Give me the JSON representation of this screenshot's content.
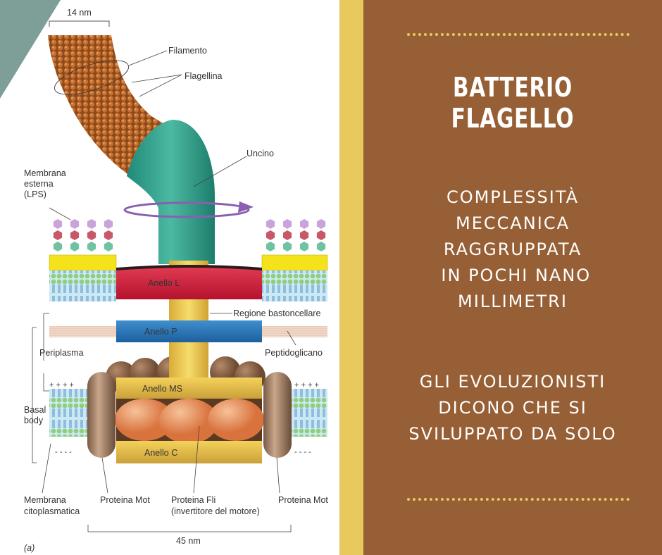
{
  "diagram": {
    "scale_top": "14 nm",
    "scale_bottom": "45 nm",
    "panel_letter": "(a)",
    "labels": {
      "filamento": "Filamento",
      "flagellina": "Flagellina",
      "uncino": "Uncino",
      "membrana_esterna": [
        "Membrana",
        "esterna",
        "(LPS)"
      ],
      "anello_l": "Anello L",
      "regione_bastoncellare": "Regione bastoncellare",
      "anello_p": "Anello P",
      "periplasma": "Periplasma",
      "peptidoglicano": "Peptidoglicano",
      "anello_ms": "Anello MS",
      "basal_body": [
        "Basal",
        "body"
      ],
      "anello_c": "Anello C",
      "membrana_citoplasmatica": [
        "Membrana",
        "citoplasmatica"
      ],
      "proteina_mot": "Proteina Mot",
      "proteina_fli": [
        "Proteina Fli",
        "(invertitore del motore)"
      ]
    }
  },
  "panel": {
    "title": "BATTERIO FLAGELLO",
    "paragraph1": [
      "COMPLESSITÀ",
      "MECCANICA",
      "RAGGRUPPATA",
      " IN POCHI NANO",
      "MILLIMETRI"
    ],
    "paragraph2": [
      "GLI EVOLUZIONISTI",
      "DICONO CHE SI",
      "SVILUPPATO DA SOLO"
    ]
  },
  "colors": {
    "panel_bg": "#975f35",
    "stripe": "#e8c95e",
    "corner_triangle": "#7e9e98"
  }
}
